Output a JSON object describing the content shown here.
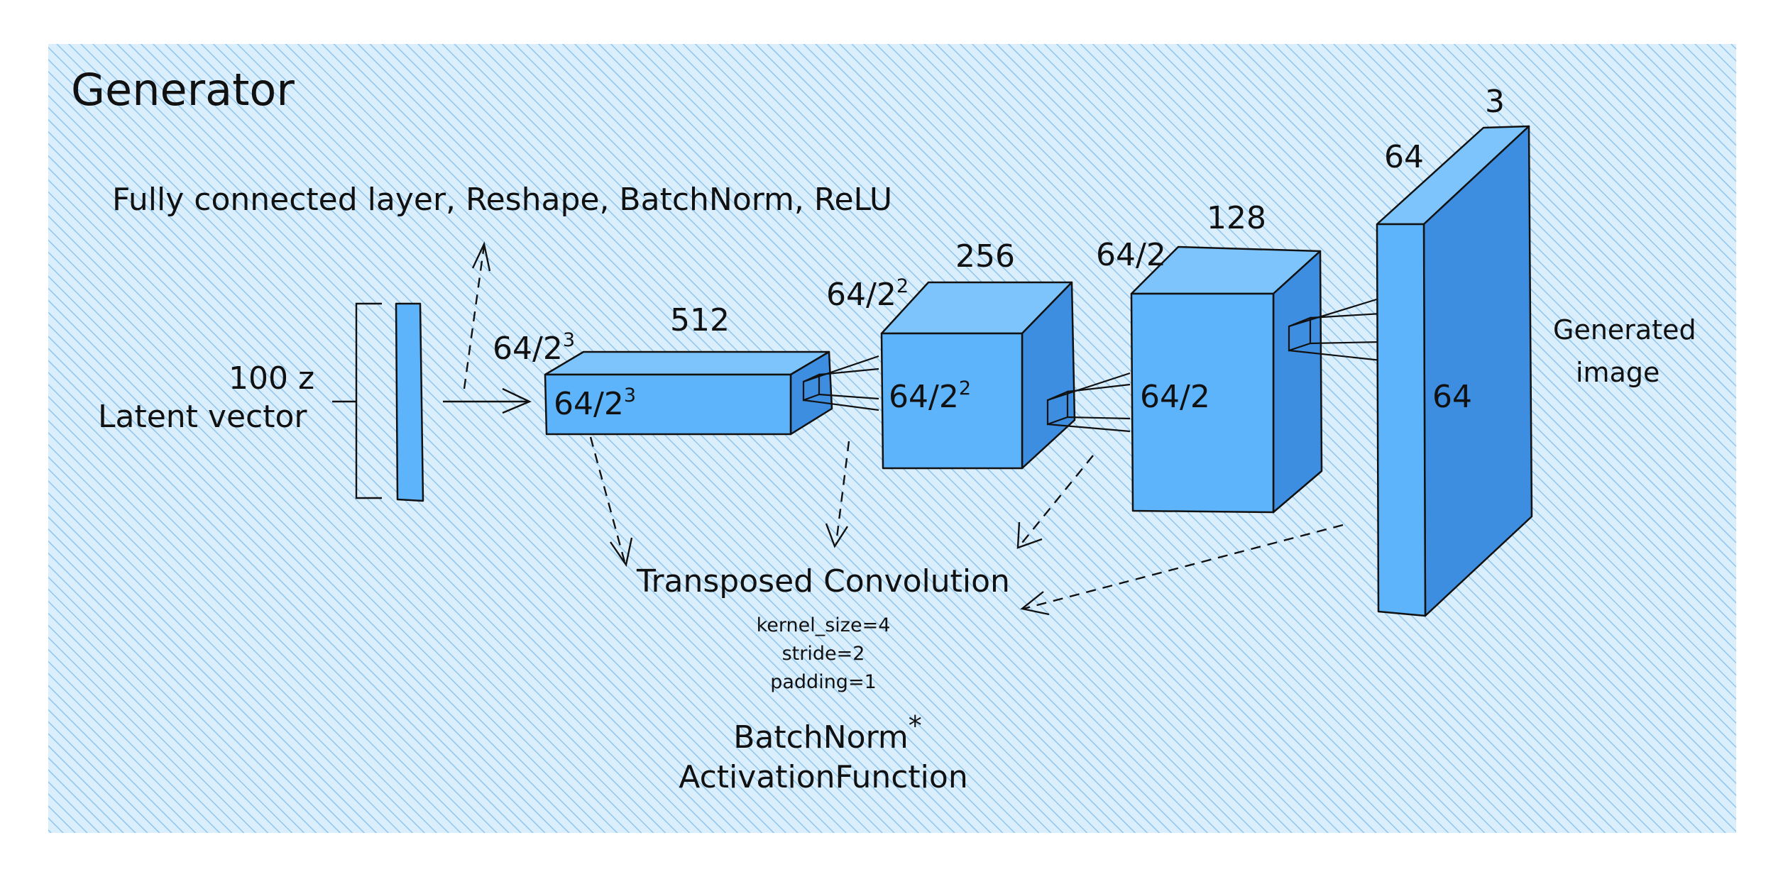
{
  "title": "Generator",
  "input": {
    "size_label": "100 z",
    "name_label": "Latent vector"
  },
  "fc_label": "Fully connected layer, Reshape, BatchNorm, ReLU",
  "blocks": [
    {
      "channels": "512",
      "spatial_front": "64/2",
      "spatial_front_exp": "3",
      "spatial_top": "64/2",
      "spatial_top_exp": "3"
    },
    {
      "channels": "256",
      "spatial_front": "64/2",
      "spatial_front_exp": "2",
      "spatial_top": "64/2",
      "spatial_top_exp": "2"
    },
    {
      "channels": "128",
      "spatial_front": "64/2",
      "spatial_top": "64/2"
    },
    {
      "channels": "3",
      "spatial_front": "64",
      "spatial_top": "64"
    }
  ],
  "output_label": [
    "Generated",
    "image"
  ],
  "operation": {
    "name": "Transposed Convolution",
    "params": [
      "kernel_size=4",
      "stride=2",
      "padding=1"
    ],
    "post": [
      "BatchNorm",
      "ActivationFunction"
    ],
    "post_mark": "*"
  },
  "colors": {
    "background": "#dbeefc",
    "hatch": "#8ec6ef",
    "block_front": "#5db4fa",
    "block_top": "#7cc4fb",
    "block_side": "#3d8ee0"
  }
}
